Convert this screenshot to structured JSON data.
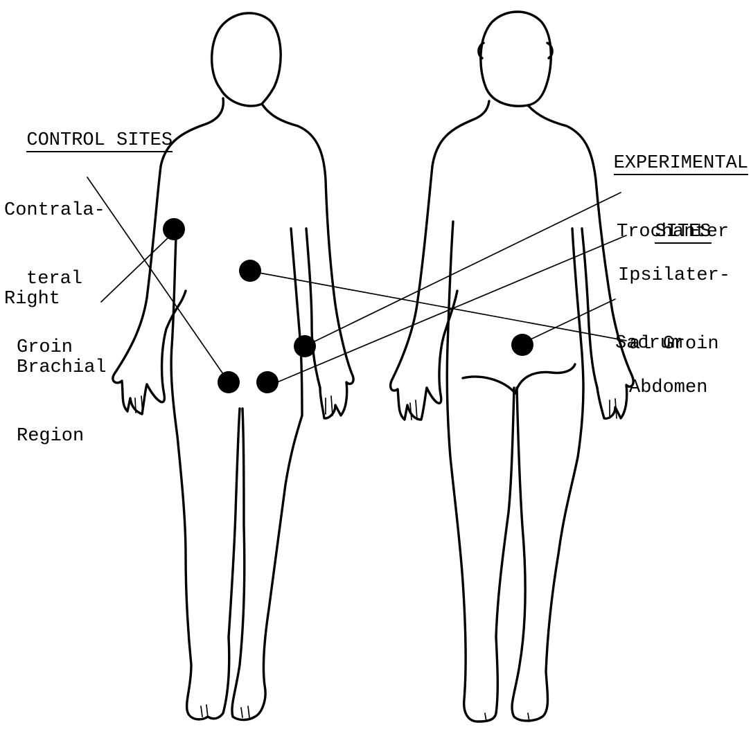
{
  "headings": {
    "control_sites": "CONTROL SITES",
    "experimental_sites_line1": "EXPERIMENTAL",
    "experimental_sites_line2": "SITES"
  },
  "control_labels": {
    "contralateral_groin": [
      "Contrala-",
      "teral",
      "Groin"
    ],
    "right_brachial_region": [
      "Right",
      "Brachial",
      "Region"
    ]
  },
  "experimental_labels": {
    "trochanter": [
      "Trochanter"
    ],
    "ipsilateral_groin": [
      "Ipsilater-",
      "al Groin"
    ],
    "sacrum": [
      "Sacrum"
    ],
    "abdomen": [
      "Abdomen"
    ]
  },
  "colors": {
    "ink": "#000000",
    "background": "#ffffff"
  }
}
